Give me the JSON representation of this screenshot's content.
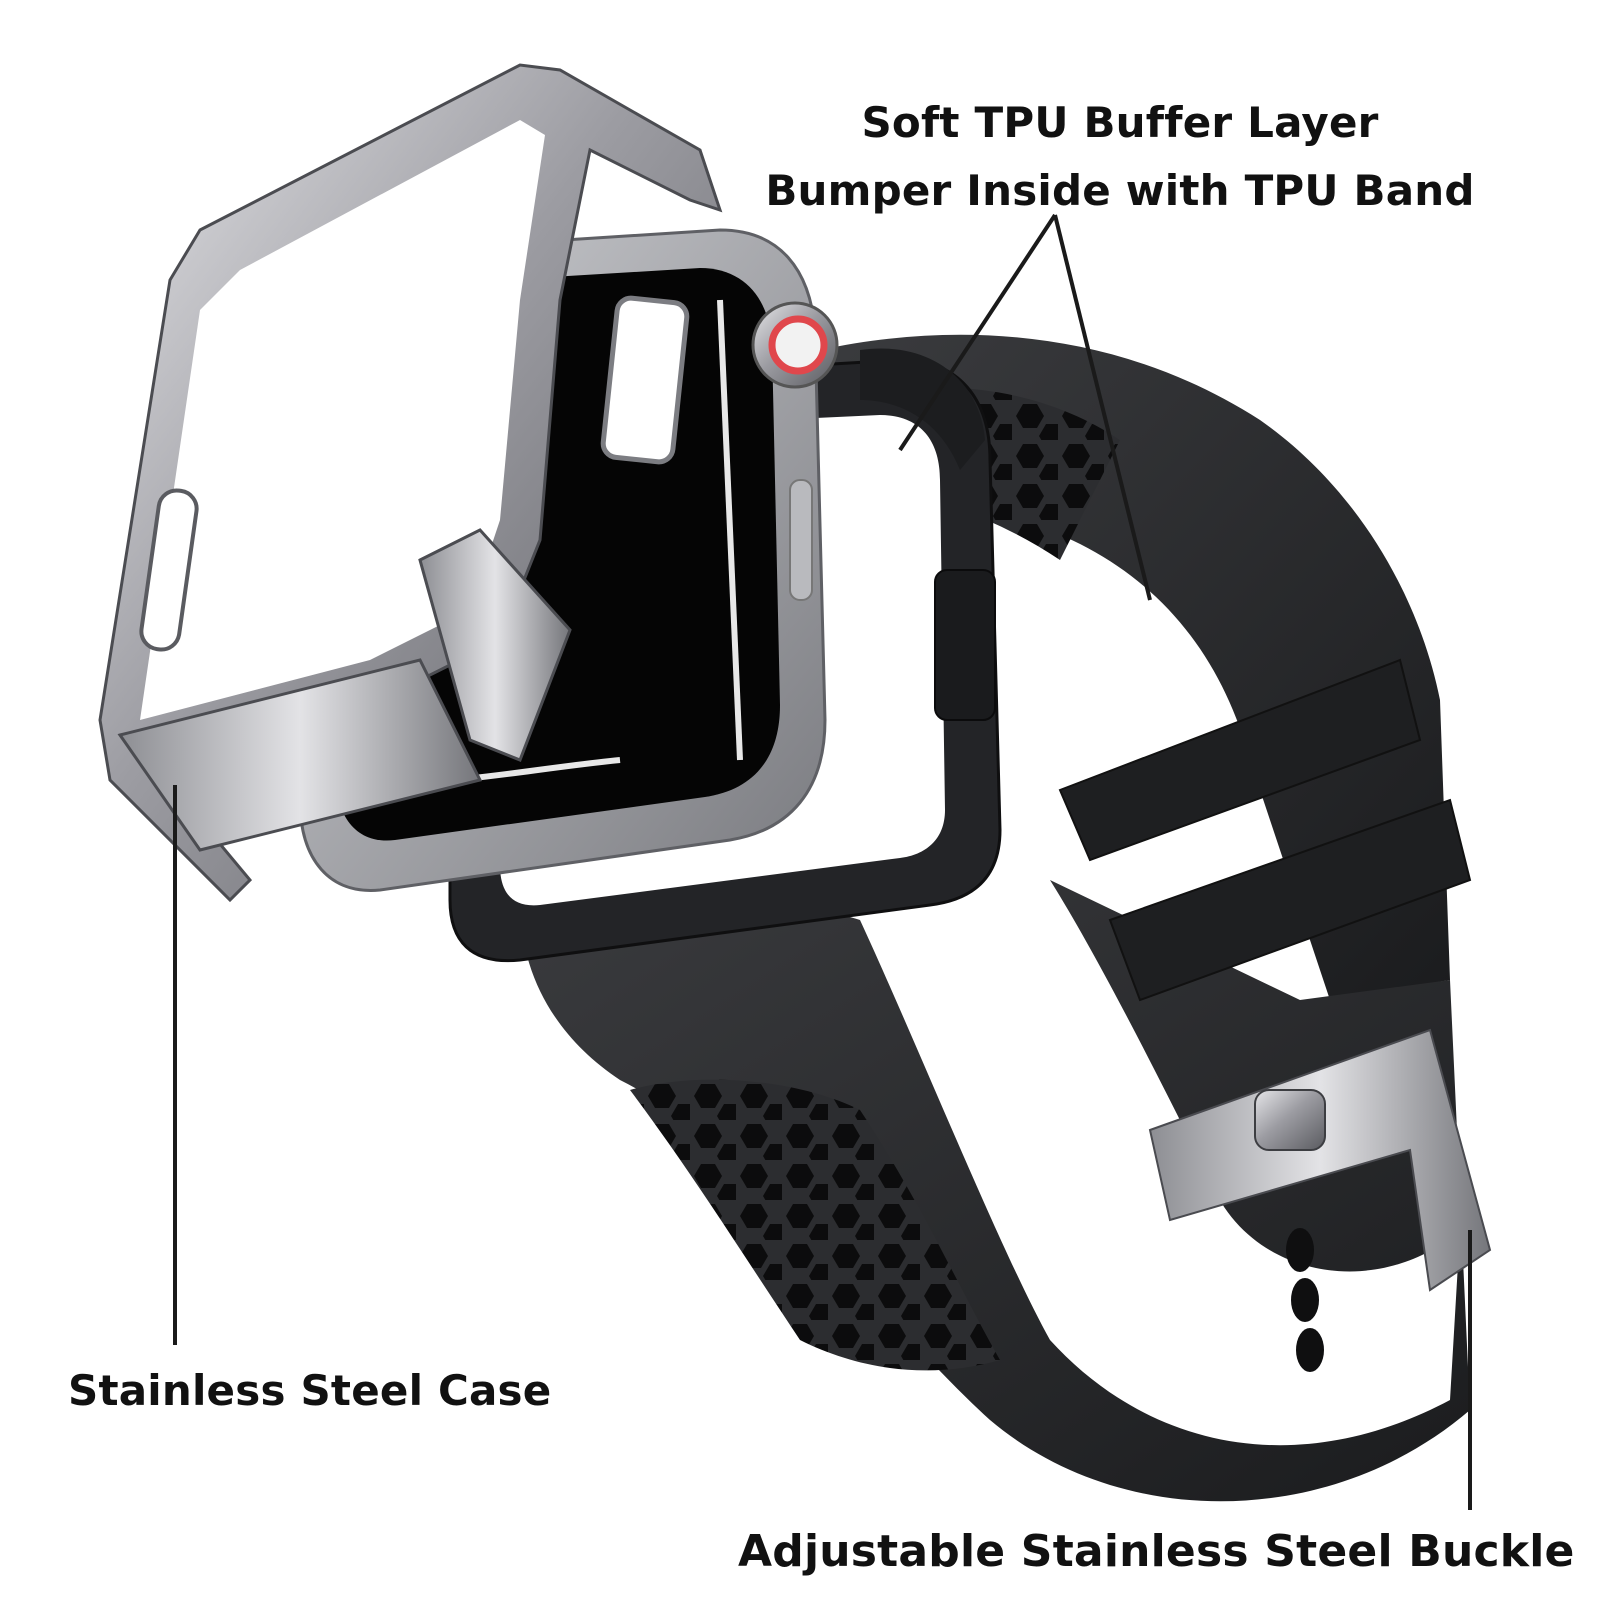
{
  "labels": {
    "tpu_line1": "Soft TPU Buffer Layer",
    "tpu_line2": "Bumper Inside with TPU Band",
    "case": "Stainless Steel Case",
    "buckle": "Adjustable Stainless Steel Buckle"
  },
  "colors": {
    "steel_light": "#d9d9dc",
    "steel_mid": "#9a9aa0",
    "steel_dark": "#55565b",
    "band": "#2b2c2f",
    "band_dark": "#151617",
    "screen": "#050505",
    "crown_red": "#e0474c",
    "leader": "#1a1a1a"
  }
}
